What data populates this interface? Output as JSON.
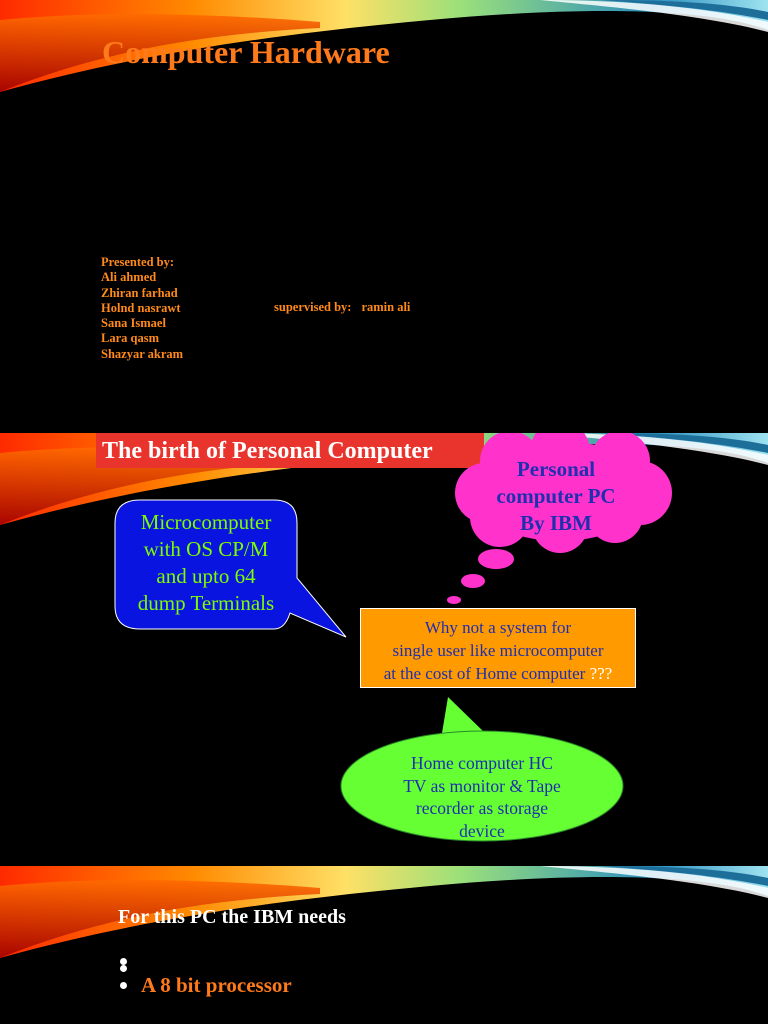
{
  "slide1": {
    "title": "Computer Hardware",
    "presented_by_label": "Presented by:",
    "presenters": [
      "Ali ahmed",
      "Zhiran farhad",
      "Holnd nasrawt",
      "Sana Ismael",
      "Lara qasm",
      "Shazyar akram"
    ],
    "supervised_by_label": "supervised by:",
    "supervisor": "ramin ali"
  },
  "slide2": {
    "title": "The birth of Personal Computer",
    "speech_bubble": [
      "Microcomputer",
      "with OS CP/M",
      "and upto 64",
      "dump Terminals"
    ],
    "thought_cloud": [
      "Personal",
      "computer PC",
      "By IBM"
    ],
    "question_box": {
      "lines": [
        "Why not a system for",
        "single user like microcomputer",
        "at the cost of  Home computer"
      ],
      "suffix": "???"
    },
    "oval": [
      "Home computer HC",
      "TV as monitor & Tape",
      "recorder as storage",
      "device"
    ]
  },
  "slide3": {
    "title": "For this PC the  IBM needs",
    "bullets": [
      "",
      "",
      "A 8 bit processor"
    ]
  },
  "colors": {
    "title_orange": "#ff7a1a",
    "banner_red": "#e8342c",
    "speech_blue": "#0a14e0",
    "text_green": "#7CFC00",
    "cloud_magenta": "#ff33cc",
    "box_orange": "#ff9a00",
    "oval_green": "#66ff33",
    "text_navy": "#1f2fb0"
  }
}
